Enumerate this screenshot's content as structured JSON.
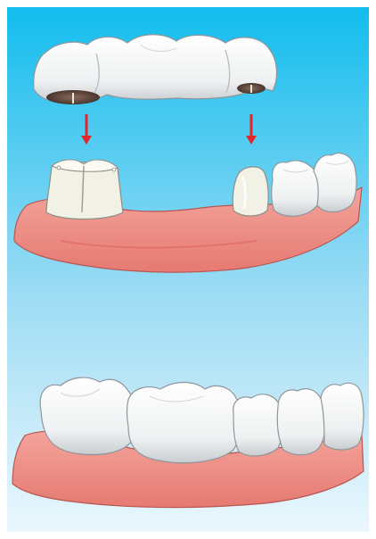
{
  "image": {
    "subject": "dental-bridge-illustration",
    "colors": {
      "sky_top": "#12bdee",
      "sky_bottom": "#eaf7fd",
      "gum": "#ef8f86",
      "gum_edge": "#b85652",
      "tooth": "#ffffff",
      "tooth_shade": "#c9cdd0",
      "abutment": "#f2f1e6",
      "arrow": "#e2272b"
    },
    "panels": [
      {
        "name": "before-bridge-placement"
      },
      {
        "name": "after-bridge-placement"
      }
    ]
  }
}
